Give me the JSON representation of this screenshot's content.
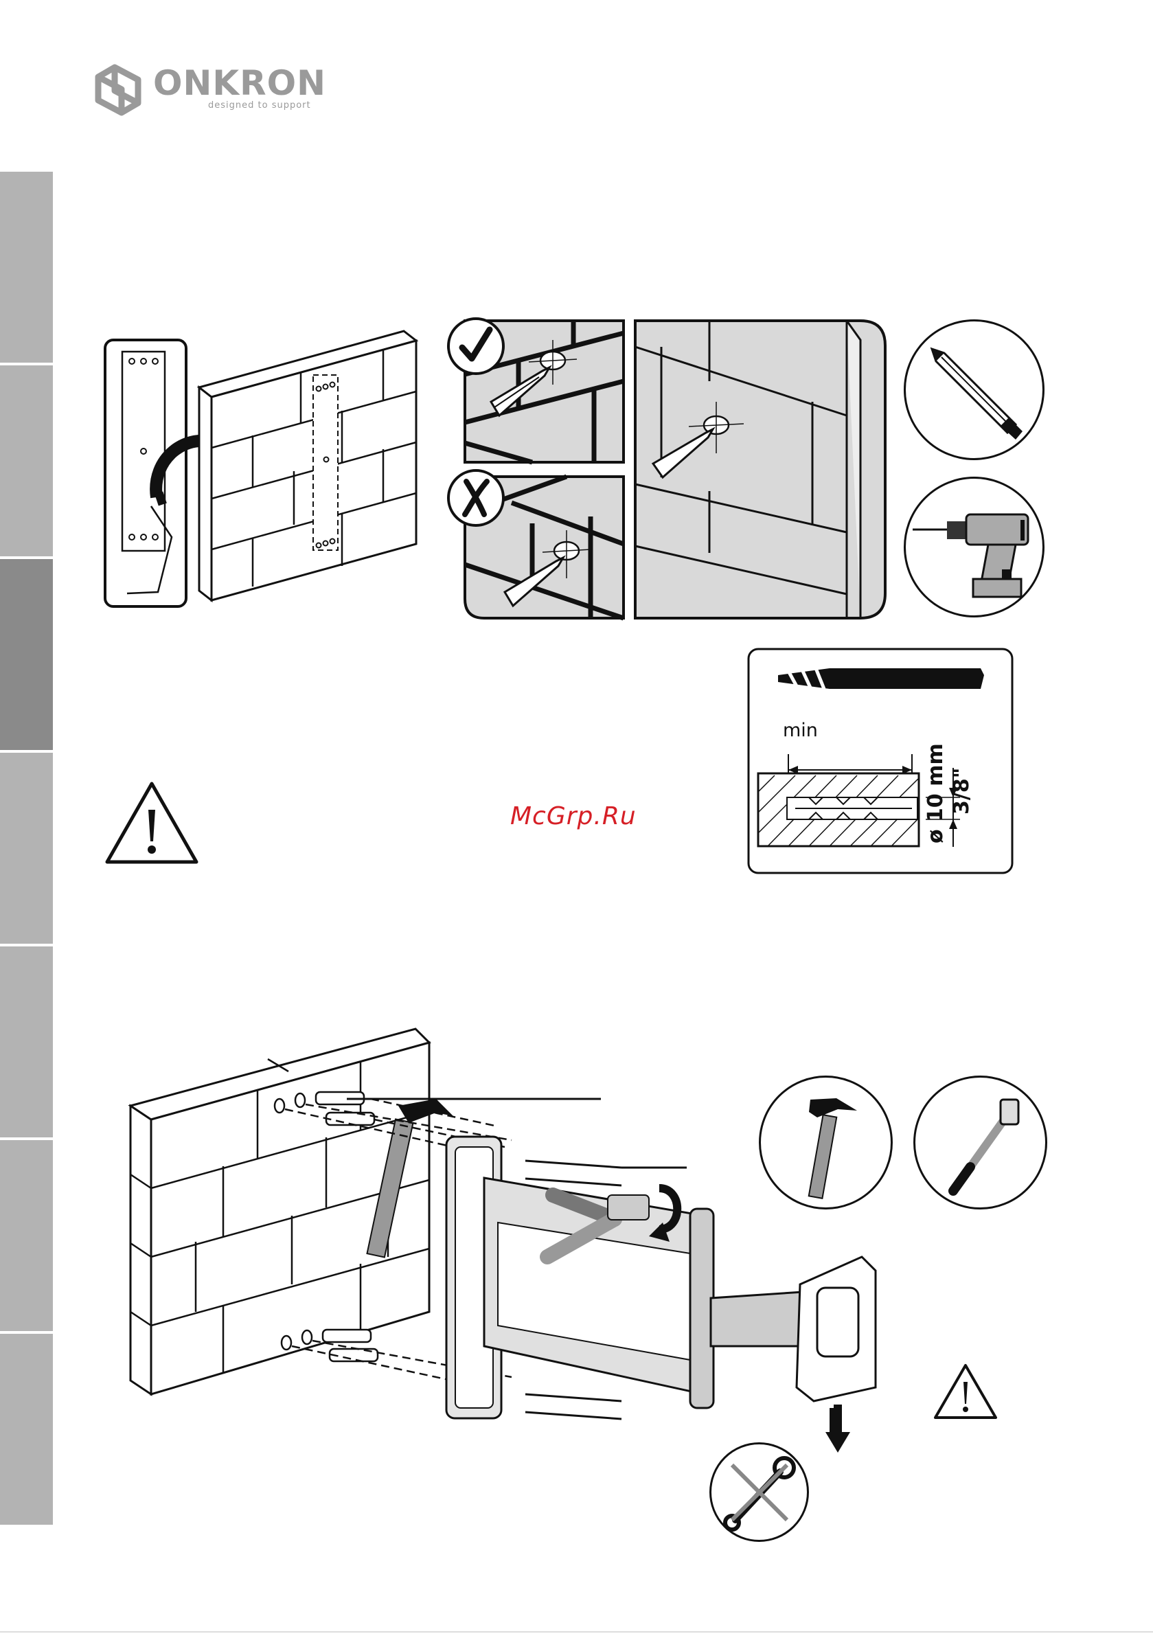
{
  "brand": {
    "name": "ONKRON",
    "tagline": "designed to support"
  },
  "watermark": "McGrp.Ru",
  "drill_spec": {
    "min_label": "min",
    "diameter_metric": "ø 10 mm",
    "diameter_imperial": "3/8\""
  },
  "icons": {
    "correct": "check-mark-icon",
    "incorrect": "cross-mark-icon",
    "warning": "warning-triangle-icon",
    "pencil": "pencil-icon",
    "drill": "power-drill-icon",
    "hammer": "hammer-icon",
    "socket_wrench": "socket-wrench-icon",
    "no_wrench": "no-wrench-icon"
  },
  "colors": {
    "side_tab": "#b3b3b3",
    "side_tab_active": "#8a8a8a",
    "wall_gray": "#d9d9d9",
    "watermark_red": "#d61f26",
    "logo_gray": "#9a9a9a"
  }
}
